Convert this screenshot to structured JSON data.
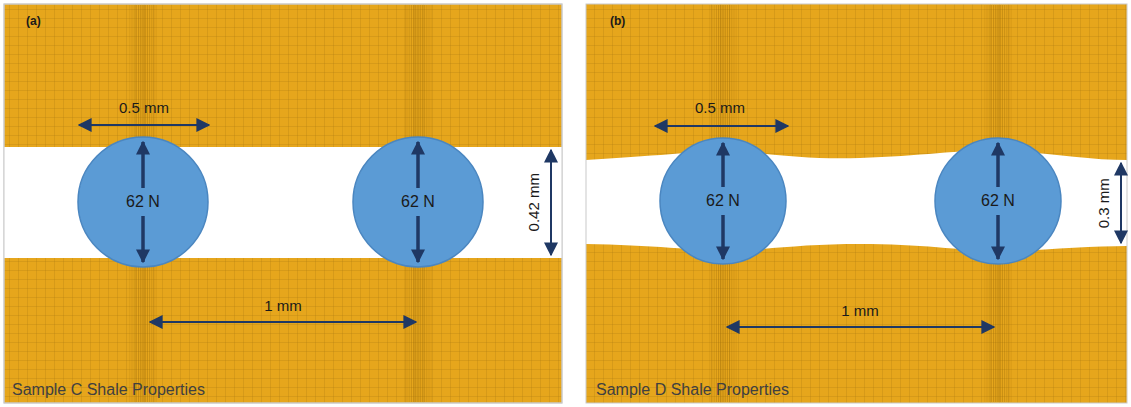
{
  "diagram": {
    "nodes": [
      {
        "text": [
          "62 N"
        ]
      },
      {
        "text": [
          "62 N"
        ]
      },
      {
        "text": [
          "62 N"
        ]
      },
      {
        "text": [
          "62 N"
        ]
      }
    ],
    "labels": [
      "(a)",
      "0.5 mm",
      "0.42 mm",
      "1 mm",
      "Sample C Shale Properties",
      "(b)",
      "0.5 mm",
      "0.3 mm",
      "1 mm",
      "Sample D Shale Properties"
    ]
  }
}
